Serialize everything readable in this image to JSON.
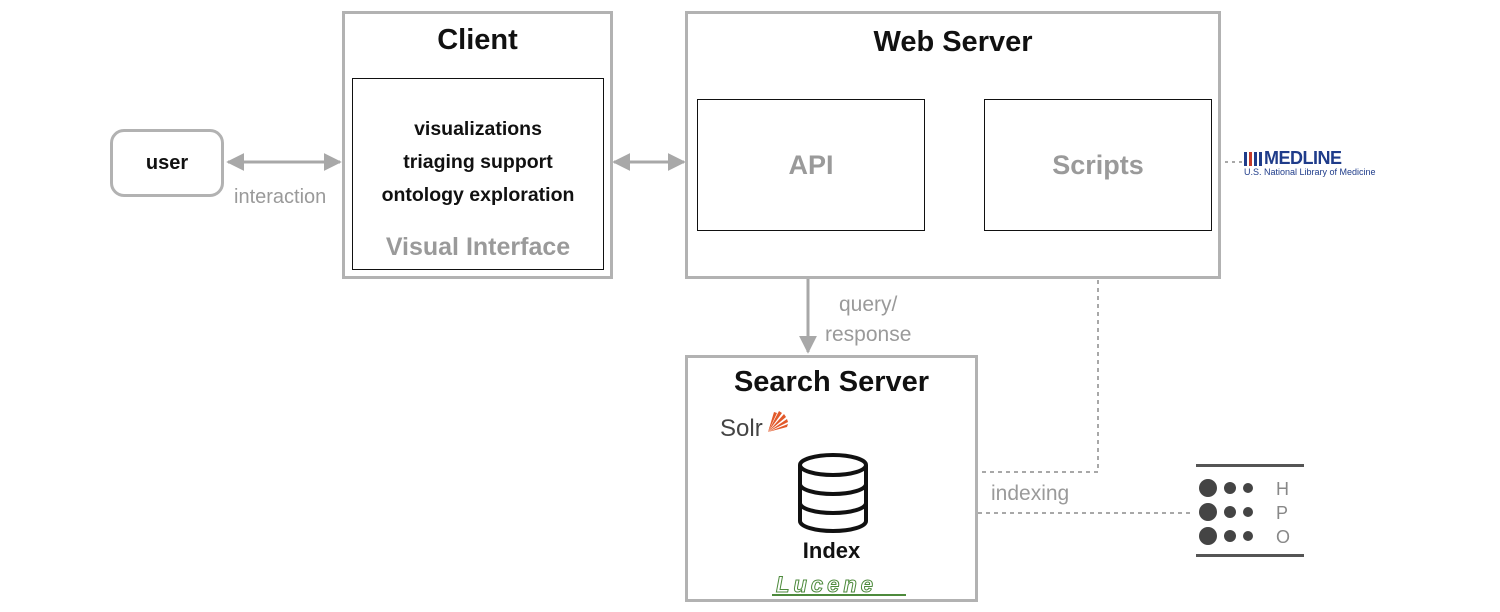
{
  "user": {
    "label": "user"
  },
  "interaction_label": "interaction",
  "client": {
    "title": "Client",
    "features": [
      "visualizations",
      "triaging support",
      "ontology exploration"
    ],
    "interface_label": "Visual Interface"
  },
  "web_server": {
    "title": "Web Server",
    "api_label": "API",
    "scripts_label": "Scripts"
  },
  "query_label_1": "query/",
  "query_label_2": "response",
  "search_server": {
    "title": "Search Server",
    "solr_label": "Solr",
    "index_label": "Index",
    "lucene_label": "Lucene"
  },
  "indexing_label": "indexing",
  "medline": {
    "name": "MEDLINE",
    "subtitle": "U.S. National Library of Medicine"
  },
  "hpo": {
    "letters": [
      "H",
      "P",
      "O"
    ]
  },
  "colors": {
    "grey_border": "#b2b2b2",
    "arrow": "#a8a8a8",
    "medline_blue": "#1f3c8a",
    "solr_orange": "#e2592a",
    "lucene_green": "#4d8a3c"
  }
}
